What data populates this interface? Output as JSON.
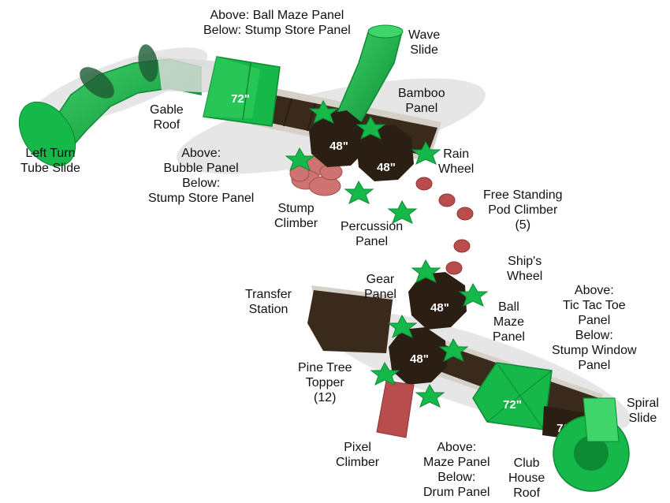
{
  "colors": {
    "green": "#16b84a",
    "green_dark": "#0c8a34",
    "green_light": "#3fd56a",
    "deck": "#3a2a1c",
    "deck_dark": "#2b1e13",
    "climber_red": "#b94c4c",
    "stump_pink": "#cf7272",
    "frame_gray": "#cfc9c0",
    "shadow": "#dedede"
  },
  "deck_labels": {
    "roof_top": "72\"",
    "deck_a": "48\"",
    "deck_b": "48\"",
    "deck_c": "48\"",
    "deck_d": "48\"",
    "roof_bottom": "72\"",
    "deck_e": "76\""
  },
  "callouts": {
    "wave_slide": [
      "Wave",
      "Slide"
    ],
    "ball_maze_above": [
      "Above: Ball Maze Panel",
      "Below: Stump Store Panel"
    ],
    "bamboo": [
      "Bamboo",
      "Panel"
    ],
    "gable": [
      "Gable",
      "Roof"
    ],
    "left_turn": [
      "Left Turn",
      "Tube Slide"
    ],
    "bubble": [
      "Above:",
      "Bubble Panel",
      "Below:",
      "Stump Store Panel"
    ],
    "rain_wheel": [
      "Rain",
      "Wheel"
    ],
    "pod_climber": [
      "Free Standing",
      "Pod Climber",
      "(5)"
    ],
    "stump_climber": [
      "Stump",
      "Climber"
    ],
    "percussion": [
      "Percussion",
      "Panel"
    ],
    "ships_wheel": [
      "Ship's",
      "Wheel"
    ],
    "gear": [
      "Gear",
      "Panel"
    ],
    "transfer": [
      "Transfer",
      "Station"
    ],
    "ball_maze": [
      "Ball",
      "Maze",
      "Panel"
    ],
    "tic_tac": [
      "Above:",
      "Tic Tac Toe",
      "Panel",
      "Below:",
      "Stump Window",
      "Panel"
    ],
    "pine_tree": [
      "Pine Tree",
      "Topper",
      "(12)"
    ],
    "spiral": [
      "Spiral",
      "Slide"
    ],
    "pixel": [
      "Pixel",
      "Climber"
    ],
    "maze_drum": [
      "Above:",
      "Maze Panel",
      "Below:",
      "Drum Panel"
    ],
    "club_house": [
      "Club",
      "House",
      "Roof"
    ]
  }
}
